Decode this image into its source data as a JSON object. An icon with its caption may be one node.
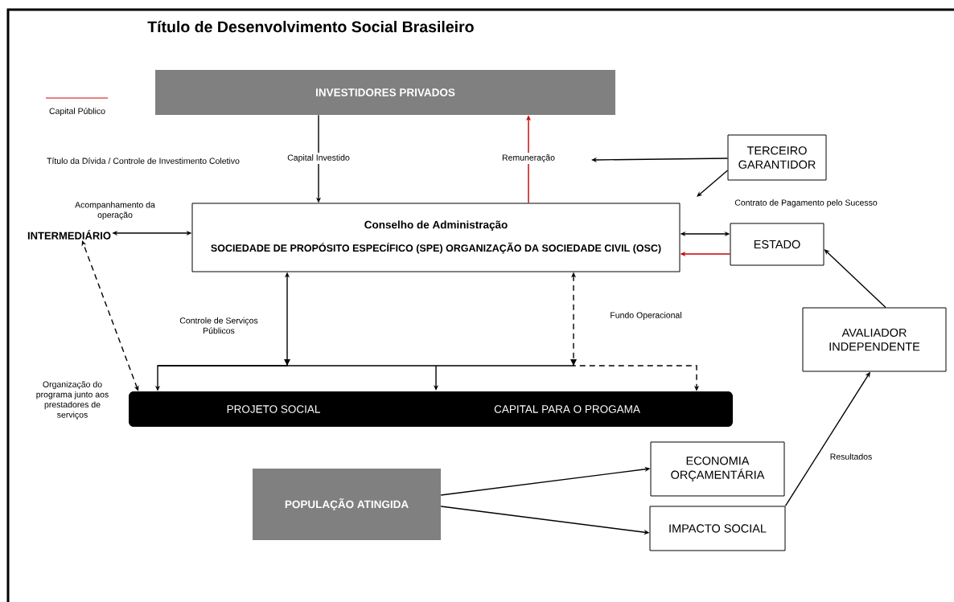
{
  "diagram": {
    "title": "Título de Desenvolvimento Social Brasileiro",
    "nodes": [
      {
        "text": [
          "INVESTIDORES PRIVADOS"
        ]
      },
      {
        "text": [
          "Conselho de Administração",
          "SOCIEDADE DE PROPÓSITO ESPECÍFICO (SPE) ORGANIZAÇÃO DA SOCIEDADE CIVIL (OSC)"
        ]
      },
      {
        "text": [
          "INTERMEDIÁRIO"
        ]
      },
      {
        "text": [
          "TERCEIRO GARANTIDOR"
        ]
      },
      {
        "text": [
          "ESTADO"
        ]
      },
      {
        "text": [
          "PROJETO SOCIAL",
          "CAPITAL PARA O PROGAMA"
        ]
      },
      {
        "text": [
          "AVALIADOR INDEPENDENTE"
        ]
      },
      {
        "text": [
          "POPULAÇÃO ATINGIDA"
        ]
      },
      {
        "text": [
          "ECONOMIA ORÇAMENTÁRIA"
        ]
      },
      {
        "text": [
          "IMPACTO SOCIAL"
        ]
      }
    ],
    "edges": [
      {
        "from": 0,
        "to": 1,
        "arrow": "to",
        "label": "Capital Investido"
      },
      {
        "from": 1,
        "to": 0,
        "arrow": "to",
        "label": "Remuneração",
        "color": "#c00000"
      },
      {
        "from": 3,
        "to": null,
        "arrow": "to"
      },
      {
        "from": 3,
        "to": null,
        "arrow": "to"
      },
      {
        "from": 2,
        "to": 1,
        "arrow": "both",
        "label": "Acompanhamento da operação"
      },
      {
        "from": 1,
        "to": 4,
        "arrow": "both"
      },
      {
        "from": 4,
        "to": 1,
        "arrow": "to",
        "color": "#c00000"
      },
      {
        "from": 5,
        "to": 2,
        "arrow": "both",
        "style": "dashed",
        "label": "Organização do programa junto aos prestadores de serviços"
      },
      {
        "from": 1,
        "to": 5,
        "arrow": "both",
        "label": "Controle de Serviços Públicos"
      },
      {
        "from": 1,
        "to": 5,
        "arrow": "both",
        "style": "dashed",
        "label": "Fundo Operacional"
      },
      {
        "from": 6,
        "to": 4,
        "arrow": "to"
      },
      {
        "from": 7,
        "to": 8,
        "arrow": "to"
      },
      {
        "from": 7,
        "to": 9,
        "arrow": "to"
      },
      {
        "from": 9,
        "to": 6,
        "arrow": "to",
        "label": "Resultados"
      }
    ],
    "labels": [
      "Título da Dívida / Controle de Investimento Coletivo",
      "Contrato de Pagamento pelo Sucesso"
    ],
    "legend": [
      {
        "text": "Capital Público"
      }
    ]
  }
}
